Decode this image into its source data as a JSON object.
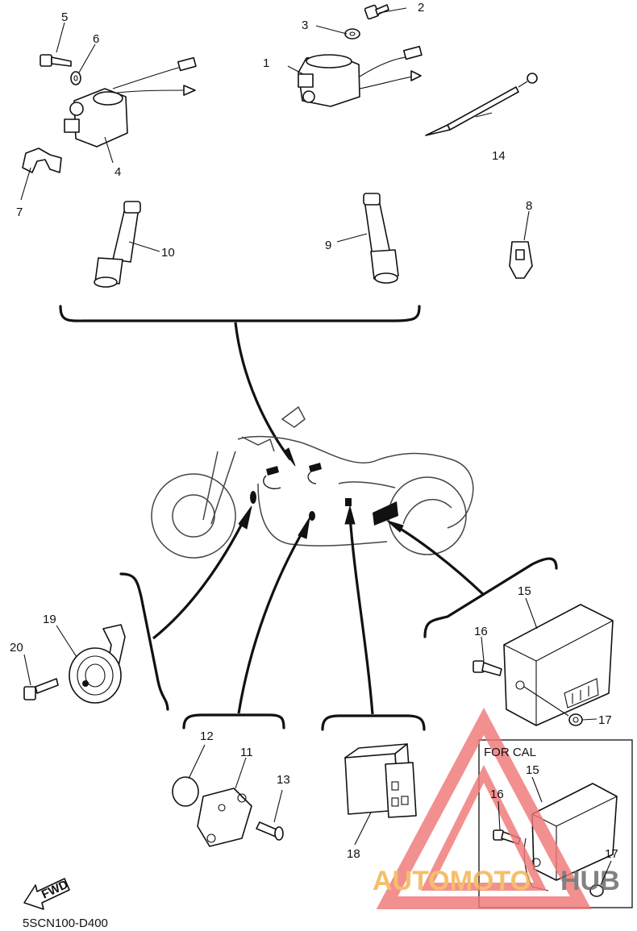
{
  "callouts": {
    "c1": "1",
    "c2": "2",
    "c3": "3",
    "c4": "4",
    "c5": "5",
    "c6": "6",
    "c7": "7",
    "c8": "8",
    "c9": "9",
    "c10": "10",
    "c11": "11",
    "c12": "12",
    "c13": "13",
    "c14": "14",
    "c15": "15",
    "c16": "16",
    "c17": "17",
    "c18": "18",
    "c19": "19",
    "c20": "20",
    "cal15": "15",
    "cal16": "16",
    "cal17": "17"
  },
  "cal_box_title": "FOR CAL",
  "fwd_label": "FWD",
  "diagram_code": "5SCN100-D400",
  "watermark": {
    "text_left": "AUTOMOTO",
    "text_right": "HUB",
    "color_primary": "#f07878",
    "color_secondary": "#f5b04a",
    "color_dark": "#666666"
  }
}
